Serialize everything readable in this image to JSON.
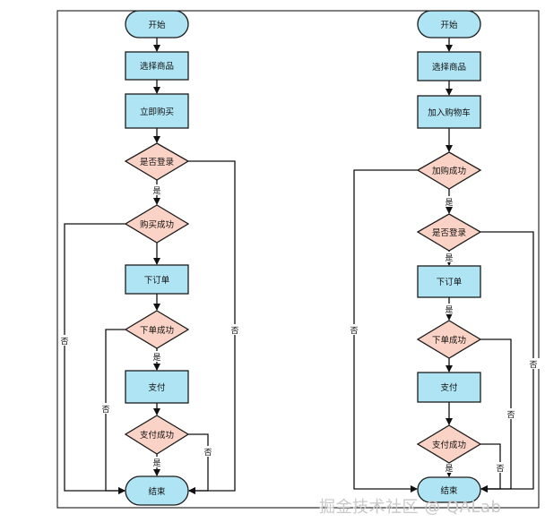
{
  "watermark": "掘金技术社区 @ QALab",
  "colors": {
    "node_fill": "#aee4f3",
    "decision_fill": "#fbd3c6",
    "line": "#111111"
  },
  "flow_left": {
    "nodes": {
      "start": "开始",
      "select": "选择商品",
      "buy_now": "立即购买",
      "is_login": "是否登录",
      "buy_ok": "购买成功",
      "order": "下订单",
      "order_ok": "下单成功",
      "pay": "支付",
      "pay_ok": "支付成功",
      "end": "结束"
    },
    "edge_labels": {
      "yes1": "是",
      "yes2": "是",
      "yes3": "是",
      "no_login": "否",
      "no_buy": "否",
      "no_order": "否",
      "no_pay": "否"
    }
  },
  "flow_right": {
    "nodes": {
      "start": "开始",
      "select": "选择商品",
      "add_cart": "加入购物车",
      "add_ok": "加购成功",
      "is_login": "是否登录",
      "order": "下订单",
      "order_ok": "下单成功",
      "pay": "支付",
      "pay_ok": "支付成功",
      "end": "结束"
    },
    "edge_labels": {
      "yes1": "是",
      "yes2": "是",
      "yes3": "是",
      "yes4": "是",
      "no_add": "否",
      "no_login": "否",
      "no_order": "否",
      "no_pay": "否"
    }
  }
}
